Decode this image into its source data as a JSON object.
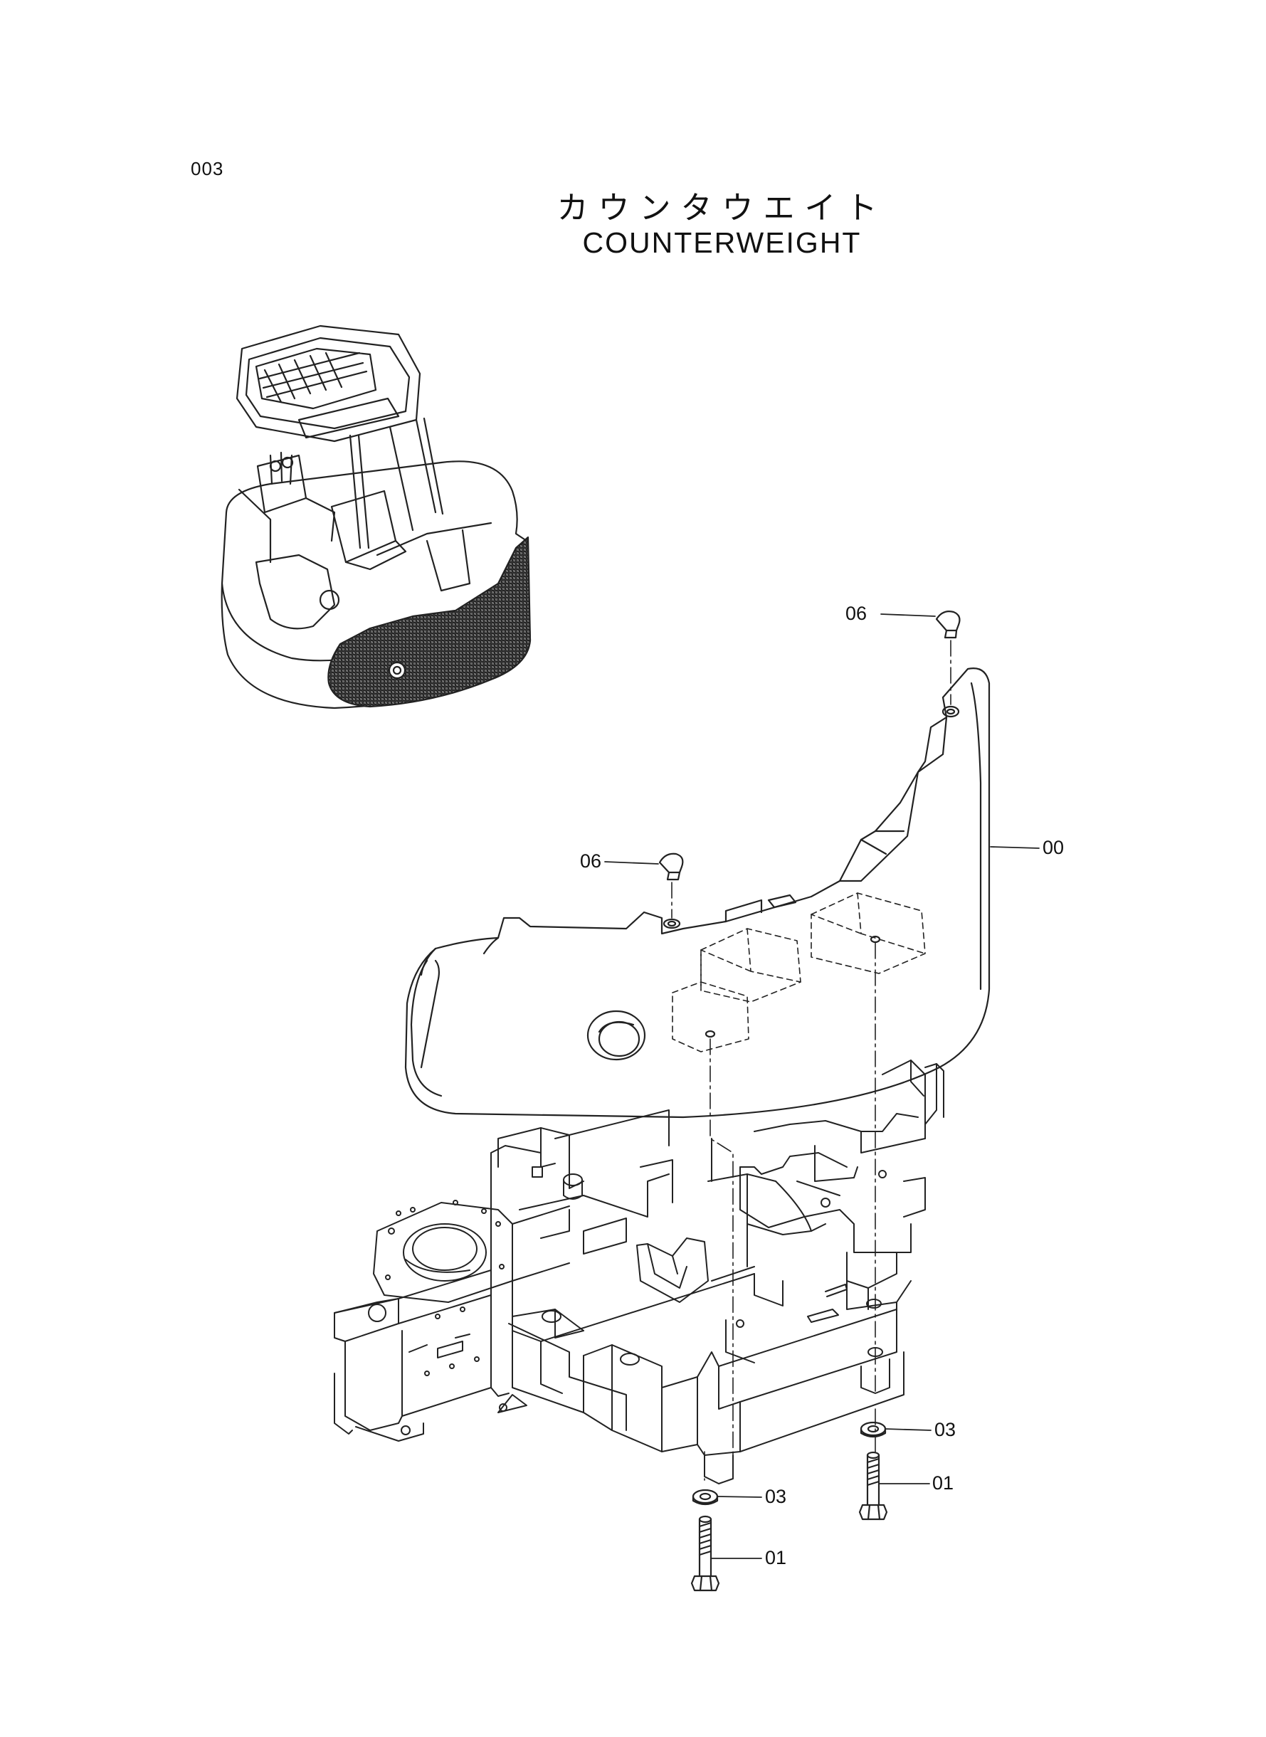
{
  "page": {
    "code": "003",
    "title_jp": "カウンタウエイト",
    "title_en": "COUNTERWEIGHT"
  },
  "callouts": {
    "c06a": "06",
    "c06b": "06",
    "c00": "00",
    "c03a": "03",
    "c01a": "01",
    "c03b": "03",
    "c01b": "01"
  }
}
